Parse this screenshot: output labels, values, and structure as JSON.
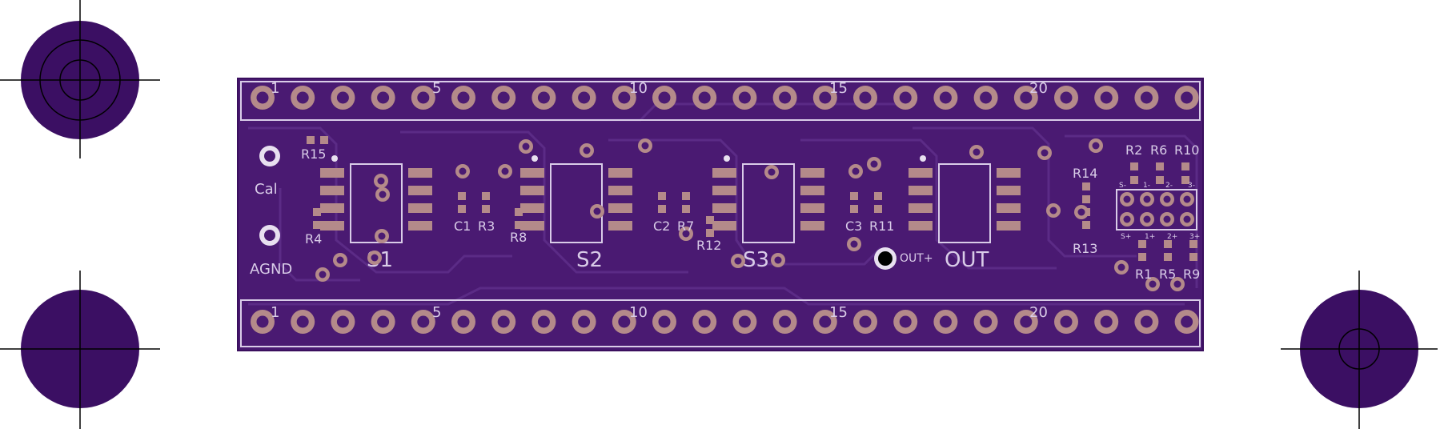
{
  "board": {
    "colors": {
      "background": "#ffffff",
      "pcb": "#4a1a72",
      "pcb_edge": "#3a0f5e",
      "trace": "#5b2b86",
      "silk": "#d9cce8",
      "pad": "#b48a8a",
      "pad_hole": "#4a1a72",
      "fiducial": "#3b0f63",
      "crosshair": "#000000"
    },
    "header_top": {
      "pin_count": 24,
      "pin_markers": [
        "1",
        "5",
        "10",
        "15",
        "20"
      ]
    },
    "header_bottom": {
      "pin_count": 24,
      "pin_markers": [
        "1",
        "5",
        "10",
        "15",
        "20"
      ]
    },
    "test_points": [
      {
        "name": "cal",
        "label": "Cal"
      },
      {
        "name": "agnd",
        "label": "AGND"
      }
    ],
    "sensor_chips": [
      {
        "name": "s1",
        "label": "S1"
      },
      {
        "name": "s2",
        "label": "S2"
      },
      {
        "name": "s3",
        "label": "S3"
      },
      {
        "name": "out",
        "label": "OUT"
      }
    ],
    "component_labels": {
      "r15": "R15",
      "r4": "R4",
      "c1": "C1",
      "r3": "R3",
      "r8": "R8",
      "c2": "C2",
      "r7": "R7",
      "r12": "R12",
      "c3": "C3",
      "r11": "R11",
      "r14": "R14",
      "r13": "R13",
      "r2": "R2",
      "r6": "R6",
      "r10": "R10",
      "r1": "R1",
      "r5": "R5",
      "r9": "R9",
      "out_plus": "OUT+"
    },
    "connector_labels": {
      "top": [
        "S-",
        "1-",
        "2-",
        "3-"
      ],
      "bottom": [
        "S+",
        "1+",
        "2+",
        "3+"
      ]
    }
  }
}
